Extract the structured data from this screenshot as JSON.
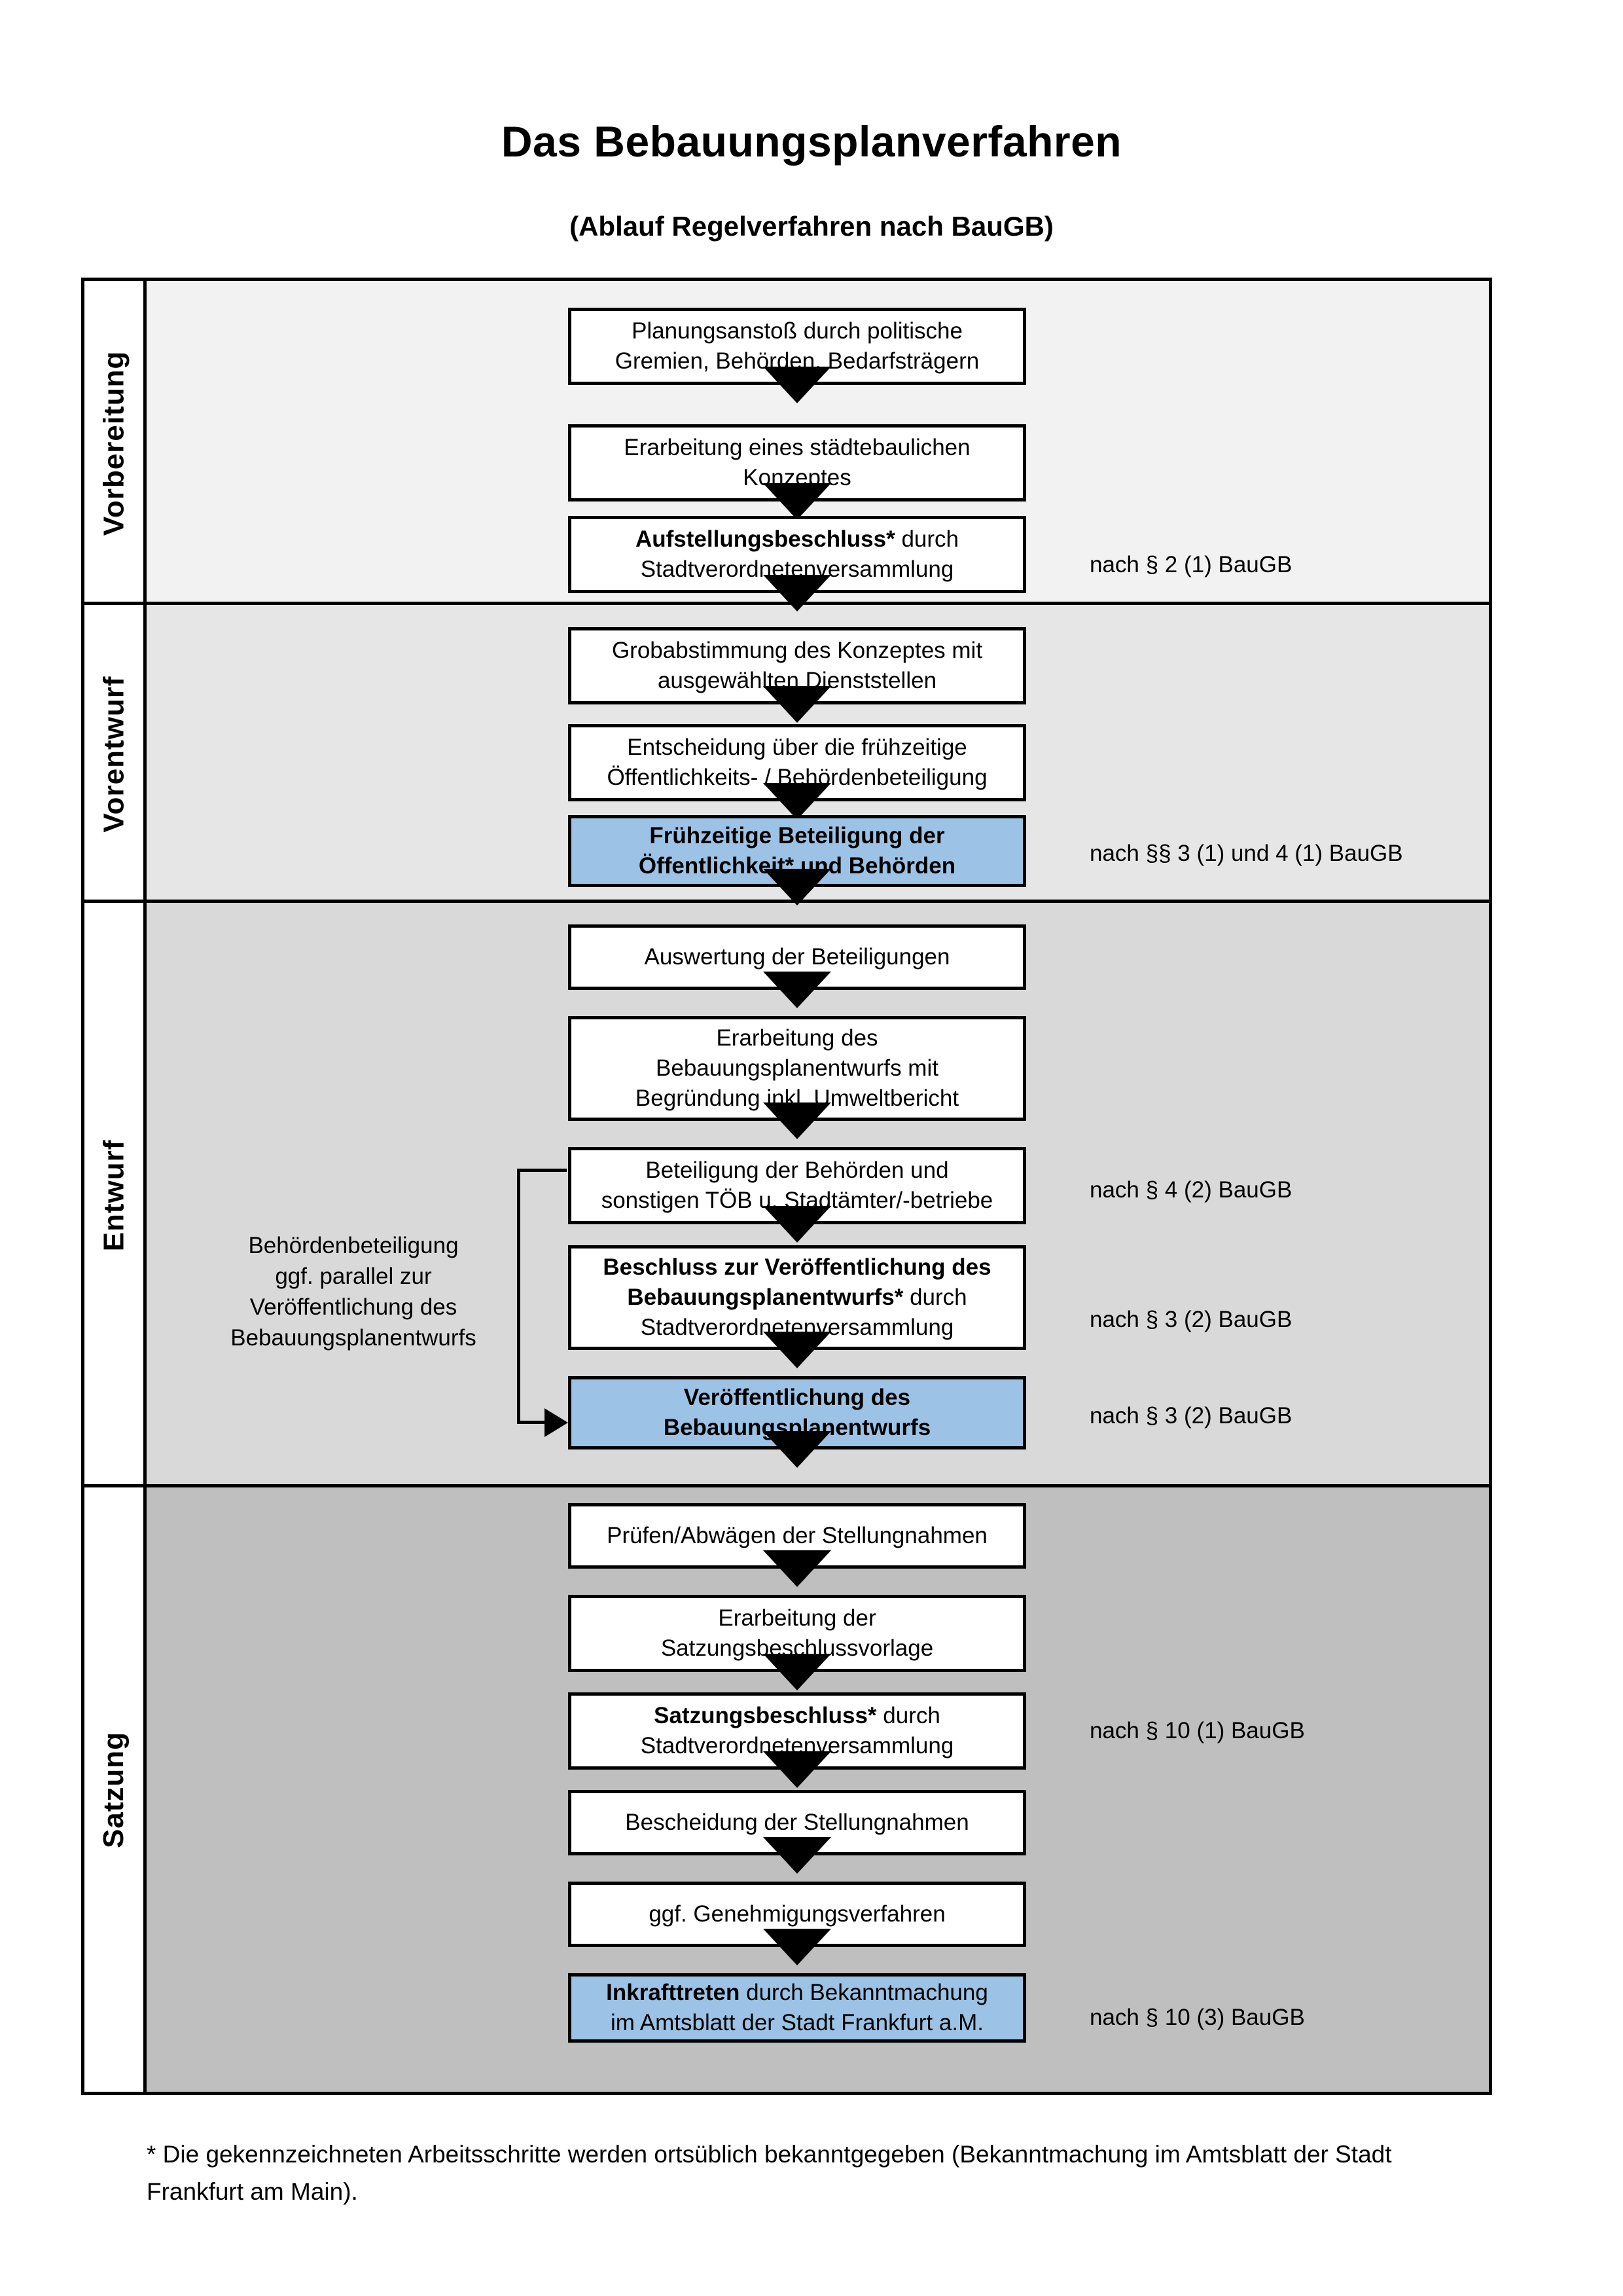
{
  "document": {
    "title": "Das Bebauungsplanverfahren",
    "subtitle": "(Ablauf Regelverfahren nach BauGB)"
  },
  "colors": {
    "highlight_blue": "#9CC3E5",
    "band_vorbereitung": "#F2F2F2",
    "band_vorentwurf": "#E6E6E6",
    "band_entwurf": "#D9D9D9",
    "band_satzung": "#BFBFBF",
    "line": "#000000"
  },
  "phases": [
    {
      "id": "vorbereitung",
      "label": "Vorbereitung"
    },
    {
      "id": "vorentwurf",
      "label": "Vorentwurf"
    },
    {
      "id": "entwurf",
      "label": "Entwurf"
    },
    {
      "id": "satzung",
      "label": "Satzung"
    }
  ],
  "steps": [
    {
      "id": "planungsanstoss",
      "phase": "vorbereitung",
      "highlight": false,
      "lines": [
        {
          "text": "Planungsanstoß durch politische",
          "bold": false
        },
        {
          "text": "Gremien, Behörden, Bedarfsträgern",
          "bold": false
        }
      ]
    },
    {
      "id": "staedtebauliches-konzept",
      "phase": "vorbereitung",
      "highlight": false,
      "lines": [
        {
          "text": "Erarbeitung eines städtebaulichen",
          "bold": false
        },
        {
          "text": "Konzeptes",
          "bold": false
        }
      ]
    },
    {
      "id": "aufstellungsbeschluss",
      "phase": "vorbereitung",
      "highlight": false,
      "lines": [
        {
          "text": "Aufstellungsbeschluss*",
          "bold": true,
          "suffix": " durch"
        },
        {
          "text": "Stadtverordnetenversammlung",
          "bold": false
        }
      ]
    },
    {
      "id": "grobabstimmung",
      "phase": "vorentwurf",
      "highlight": false,
      "lines": [
        {
          "text": "Grobabstimmung des Konzeptes mit",
          "bold": false
        },
        {
          "text": "ausgewählten Dienststellen",
          "bold": false
        }
      ]
    },
    {
      "id": "entscheidung-fruehzeitige-beteiligung",
      "phase": "vorentwurf",
      "highlight": false,
      "lines": [
        {
          "text": "Entscheidung über die frühzeitige",
          "bold": false
        },
        {
          "text": "Öffentlichkeits- / Behördenbeteiligung",
          "bold": false
        }
      ]
    },
    {
      "id": "fruehzeitige-beteiligung",
      "phase": "vorentwurf",
      "highlight": true,
      "lines": [
        {
          "text": "Frühzeitige Beteiligung der",
          "bold": true
        },
        {
          "text": "Öffentlichkeit* und Behörden",
          "bold": true
        }
      ]
    },
    {
      "id": "auswertung-beteiligungen",
      "phase": "entwurf",
      "highlight": false,
      "lines": [
        {
          "text": "Auswertung der Beteiligungen",
          "bold": false
        }
      ]
    },
    {
      "id": "erarbeitung-bebauungsplanentwurf",
      "phase": "entwurf",
      "highlight": false,
      "lines": [
        {
          "text": "Erarbeitung des",
          "bold": false
        },
        {
          "text": "Bebauungsplanentwurfs mit",
          "bold": false
        },
        {
          "text": "Begründung inkl. Umweltbericht",
          "bold": false
        }
      ]
    },
    {
      "id": "beteiligung-behoerden-toeb",
      "phase": "entwurf",
      "highlight": false,
      "lines": [
        {
          "text": "Beteiligung der Behörden und",
          "bold": false
        },
        {
          "text": "sonstigen TÖB u. Stadtämter/-betriebe",
          "bold": false
        }
      ]
    },
    {
      "id": "beschluss-veroeffentlichung",
      "phase": "entwurf",
      "highlight": false,
      "lines": [
        {
          "text": "Beschluss zur Veröffentlichung des",
          "bold": true
        },
        {
          "text": "Bebauungsplanentwurfs*",
          "bold": true,
          "suffix": " durch"
        },
        {
          "text": "Stadtverordnetenversammlung",
          "bold": false
        }
      ]
    },
    {
      "id": "veroeffentlichung-bebauungsplanentwurf",
      "phase": "entwurf",
      "highlight": true,
      "lines": [
        {
          "text": "Veröffentlichung des",
          "bold": true
        },
        {
          "text": "Bebauungsplanentwurfs",
          "bold": true
        }
      ]
    },
    {
      "id": "pruefen-abwaegen",
      "phase": "satzung",
      "highlight": false,
      "lines": [
        {
          "text": "Prüfen/Abwägen der Stellungnahmen",
          "bold": false
        }
      ]
    },
    {
      "id": "erarbeitung-satzungsbeschlussvorlage",
      "phase": "satzung",
      "highlight": false,
      "lines": [
        {
          "text": "Erarbeitung der",
          "bold": false
        },
        {
          "text": "Satzungsbeschlussvorlage",
          "bold": false
        }
      ]
    },
    {
      "id": "satzungsbeschluss",
      "phase": "satzung",
      "highlight": false,
      "lines": [
        {
          "text": "Satzungsbeschluss*",
          "bold": true,
          "suffix": " durch"
        },
        {
          "text": "Stadtverordnetenversammlung",
          "bold": false
        }
      ]
    },
    {
      "id": "bescheidung-stellungnahmen",
      "phase": "satzung",
      "highlight": false,
      "lines": [
        {
          "text": "Bescheidung der Stellungnahmen",
          "bold": false
        }
      ]
    },
    {
      "id": "genehmigungsverfahren",
      "phase": "satzung",
      "highlight": false,
      "lines": [
        {
          "text": "ggf. Genehmigungsverfahren",
          "bold": false
        }
      ]
    },
    {
      "id": "inkrafttreten",
      "phase": "satzung",
      "highlight": true,
      "lines": [
        {
          "text": "Inkrafttreten",
          "bold": true,
          "suffix": " durch Bekanntmachung"
        },
        {
          "text": "im Amtsblatt der Stadt Frankfurt a.M.",
          "bold": false
        }
      ]
    }
  ],
  "legal_references": [
    {
      "id": "ref-par2-1",
      "text": "nach § 2 (1) BauGB",
      "for_step": "aufstellungsbeschluss"
    },
    {
      "id": "ref-par3-1-4-1",
      "text": "nach §§ 3 (1) und 4 (1) BauGB",
      "for_step": "fruehzeitige-beteiligung"
    },
    {
      "id": "ref-par4-2",
      "text": "nach § 4 (2) BauGB",
      "for_step": "beteiligung-behoerden-toeb"
    },
    {
      "id": "ref-par3-2-a",
      "text": "nach § 3 (2) BauGB",
      "for_step": "beschluss-veroeffentlichung"
    },
    {
      "id": "ref-par3-2-b",
      "text": "nach § 3 (2) BauGB",
      "for_step": "veroeffentlichung-bebauungsplanentwurf"
    },
    {
      "id": "ref-par10-1",
      "text": "nach § 10 (1) BauGB",
      "for_step": "satzungsbeschluss"
    },
    {
      "id": "ref-par10-3",
      "text": "nach § 10 (3) BauGB",
      "for_step": "inkrafttreten"
    }
  ],
  "side_note": {
    "id": "parallel-note",
    "lines": [
      "Behördenbeteiligung",
      "ggf. parallel zur",
      "Veröffentlichung des",
      "Bebauungsplanentwurfs"
    ]
  },
  "footnote": {
    "lines": [
      "* Die gekennzeichneten Arbeitsschritte werden ortsüblich bekanntgegeben (Bekanntmachung im Amtsblatt  der Stadt",
      "Frankfurt am Main)."
    ]
  }
}
